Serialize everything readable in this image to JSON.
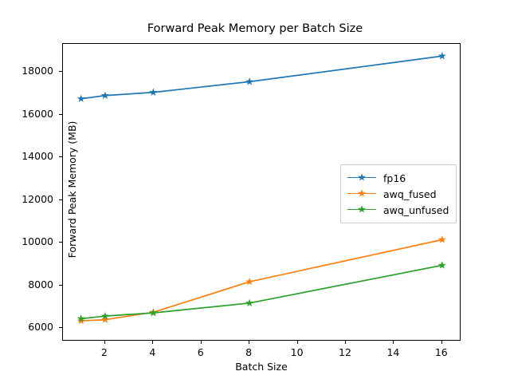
{
  "chart_data": {
    "type": "line",
    "title": "Forward Peak Memory per Batch Size",
    "xlabel": "Batch Size",
    "ylabel": "Forward Peak Memory (MB)",
    "x": [
      1,
      2,
      4,
      8,
      16
    ],
    "xlim": [
      0.25,
      16.8
    ],
    "ylim": [
      5380,
      19320
    ],
    "xticks": [
      2,
      4,
      6,
      8,
      10,
      12,
      14,
      16
    ],
    "xticklabels": [
      "2",
      "4",
      "6",
      "8",
      "10",
      "12",
      "14",
      "16"
    ],
    "yticks": [
      6000,
      8000,
      10000,
      12000,
      14000,
      16000,
      18000
    ],
    "yticklabels": [
      "6000",
      "8000",
      "10000",
      "12000",
      "14000",
      "16000",
      "18000"
    ],
    "grid": false,
    "marker": "star",
    "legend_position": "center right",
    "series": [
      {
        "name": "fp16",
        "color": "#1f77b4",
        "values": [
          16750,
          16900,
          17050,
          17550,
          18750
        ]
      },
      {
        "name": "awq_fused",
        "color": "#ff7f0e",
        "values": [
          6350,
          6400,
          6750,
          8180,
          10150
        ]
      },
      {
        "name": "awq_unfused",
        "color": "#2ca02c",
        "values": [
          6450,
          6570,
          6720,
          7180,
          8950
        ]
      }
    ]
  }
}
